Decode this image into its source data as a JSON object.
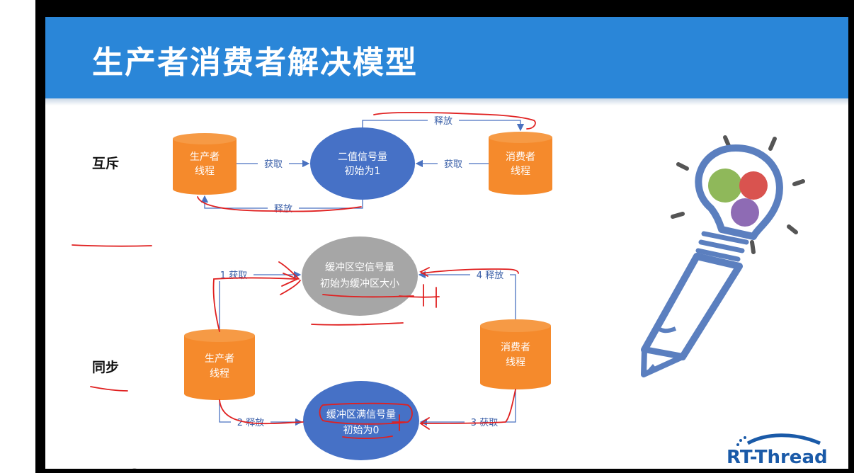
{
  "slide": {
    "title": "生产者消费者解决模型",
    "mutex_label": "互斥",
    "sync_label": "同步"
  },
  "mutex": {
    "producer": [
      "生产者",
      "线程"
    ],
    "consumer": [
      "消费者",
      "线程"
    ],
    "semaphore": [
      "二值信号量",
      "初始为1"
    ],
    "edges": {
      "producer_take": "获取",
      "producer_release": "释放",
      "consumer_take": "获取",
      "consumer_release": "释放"
    }
  },
  "sync": {
    "empty_sem": [
      "缓冲区空信号量",
      "初始为缓冲区大小"
    ],
    "full_sem": [
      "缓冲区满信号量",
      "初始为0"
    ],
    "producer": [
      "生产者",
      "线程"
    ],
    "consumer": [
      "消费者",
      "线程"
    ],
    "edges": {
      "step1": "1 获取",
      "step2": "2 释放",
      "step3": "3 获取",
      "step4": "4 释放"
    }
  },
  "logo": {
    "text": "RT-Thread"
  },
  "toolbar": [
    "pen-icon",
    "screen-icon",
    "highlighter-icon",
    "eraser-icon",
    "pointer-icon"
  ],
  "colors": {
    "banner": "#2a86d8",
    "cylinder": "#f58a2c",
    "semaphore_blue": "#4671c6",
    "semaphore_gray": "#a6a6a6",
    "annotation_red": "#e02020",
    "logo_blue": "#1a5aa8"
  }
}
